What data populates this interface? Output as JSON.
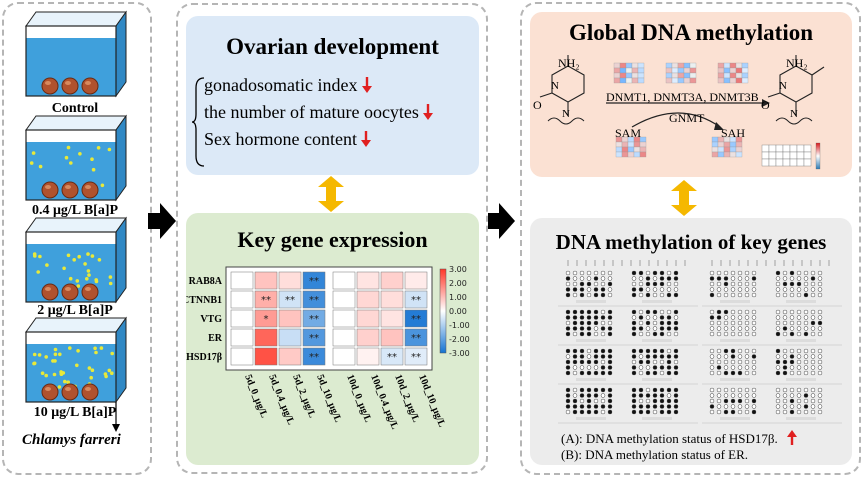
{
  "exposure": {
    "groups": [
      "Control",
      "0.4 μg/L B[a]P",
      "2 μg/L B[a]P",
      "10 μg/L B[a]P"
    ],
    "species": "Chlamys farreri"
  },
  "ovarian": {
    "title": "Ovarian development",
    "items": [
      "gonadosomatic index",
      "the number of mature oocytes",
      "Sex hormone content"
    ]
  },
  "gene_expression": {
    "title": "Key gene expression",
    "genes": [
      "RAB8A",
      "CTNNB1",
      "VTG",
      "ER",
      "HSD17β"
    ],
    "groups": [
      "5d_0_μg/L",
      "5d_0.4_μg/L",
      "5d_2_μg/L",
      "5d_10_μg/L",
      "10d_0_μg/L",
      "10d_0.4_μg/L",
      "10d_2_μg/L",
      "10d_10_μg/L"
    ],
    "values": [
      [
        0.0,
        0.9,
        0.5,
        -2.6,
        0.0,
        0.4,
        0.7,
        0.3
      ],
      [
        0.0,
        1.2,
        -0.6,
        -2.4,
        0.0,
        0.6,
        0.5,
        -0.6
      ],
      [
        0.0,
        1.5,
        0.9,
        -1.8,
        0.0,
        0.6,
        0.4,
        -2.8
      ],
      [
        0.0,
        2.3,
        -0.7,
        -2.2,
        0.0,
        0.7,
        0.9,
        -2.3
      ],
      [
        0.0,
        2.6,
        0.8,
        -2.5,
        0.0,
        0.2,
        -0.5,
        -0.4
      ]
    ],
    "stars": [
      [
        "",
        "",
        "",
        "**",
        "",
        "",
        "",
        ""
      ],
      [
        "",
        "**",
        "**",
        "**",
        "",
        "",
        "",
        "**"
      ],
      [
        "",
        "*",
        "",
        "**",
        "",
        "",
        "",
        "**"
      ],
      [
        "",
        "",
        "",
        "**",
        "",
        "",
        "",
        "**"
      ],
      [
        "",
        "",
        "",
        "**",
        "",
        "",
        "**",
        "**"
      ]
    ],
    "scale_ticks": [
      "3.00",
      "2.00",
      "1.00",
      "0.00",
      "-1.00",
      "-2.00",
      "-3.00"
    ]
  },
  "methylation": {
    "title": "Global DNA methylation",
    "enzymes": "DNMT1, DNMT3A, DNMT3B",
    "gnmt": "GNMT",
    "sam": "SAM",
    "sah": "SAH",
    "nh2": "NH₂",
    "o": "O",
    "n": "N"
  },
  "key_genes": {
    "title": "DNA methylation of key genes",
    "legend_a": "(A): DNA methylation status of HSD17β.",
    "legend_b": "(B): DNA methylation status of ER."
  },
  "colors": {
    "water": "#3fa0dc",
    "pellet": "#b0522e",
    "particle": "#e8e93a",
    "ovarian_bg": "#dce9f7",
    "gene_bg": "#dcebd0",
    "methyl_bg": "#fbe1d3",
    "keygene_bg": "#ececec",
    "arrow_red": "#e02020",
    "arrow_gold": "#f5b800"
  }
}
